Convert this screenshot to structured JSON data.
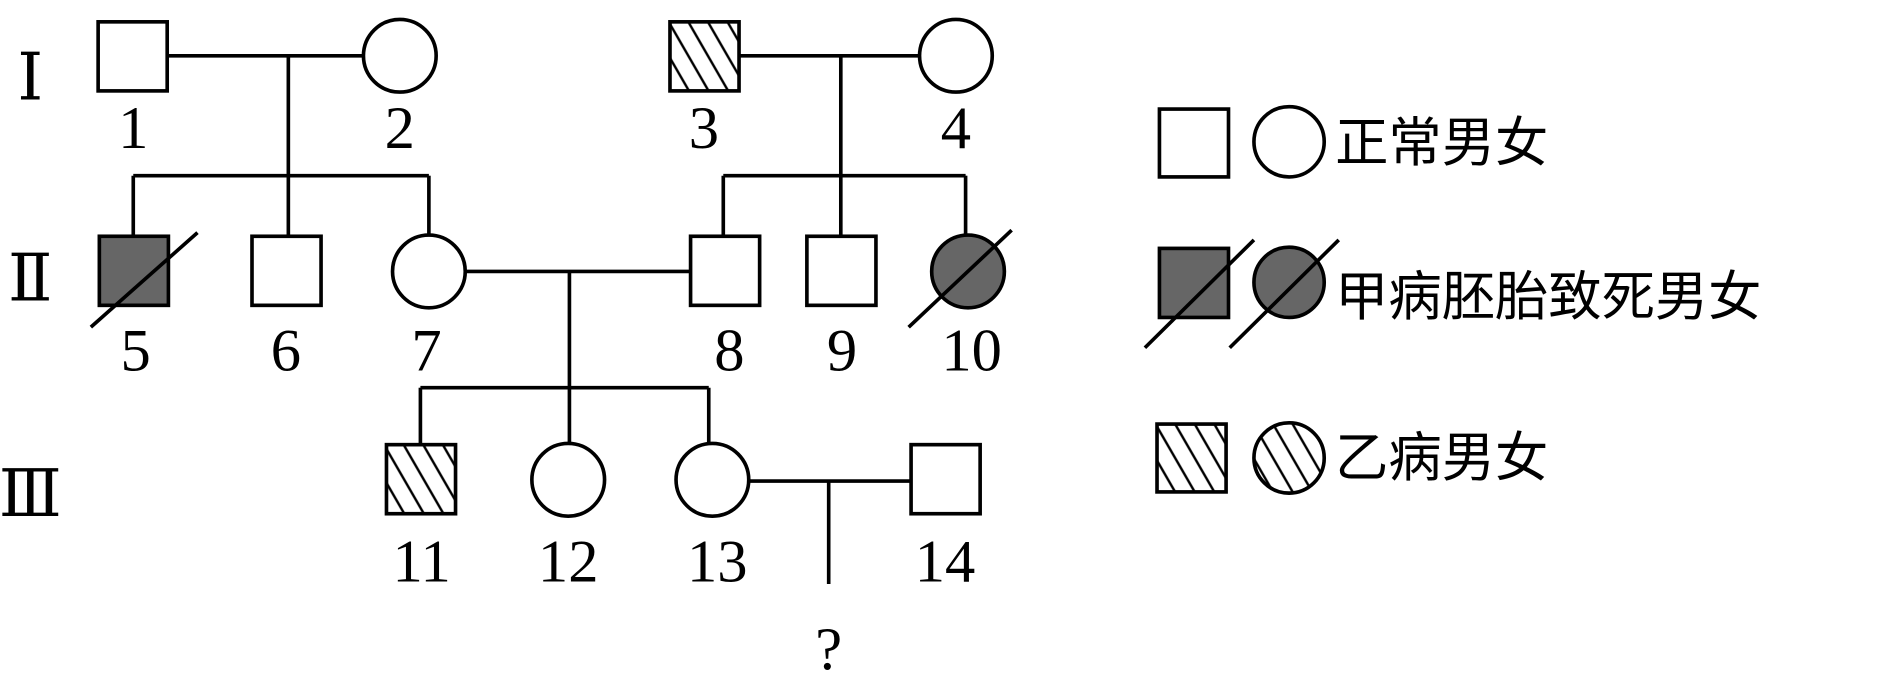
{
  "generations": [
    "Ⅰ",
    "Ⅱ",
    "Ⅲ"
  ],
  "individuals": {
    "i1": "1",
    "i2": "2",
    "i3": "3",
    "i4": "4",
    "i5": "5",
    "i6": "6",
    "i7": "7",
    "i8": "8",
    "i9": "9",
    "i10": "10",
    "i11": "11",
    "i12": "12",
    "i13": "13",
    "i14": "14"
  },
  "unknown_offspring": "?",
  "legend": {
    "normal": "正常男女",
    "disease_a_lethal": "甲病胚胎致死男女",
    "disease_b": "乙病男女"
  },
  "colors": {
    "affected_a": "#666666",
    "line": "#000000"
  }
}
